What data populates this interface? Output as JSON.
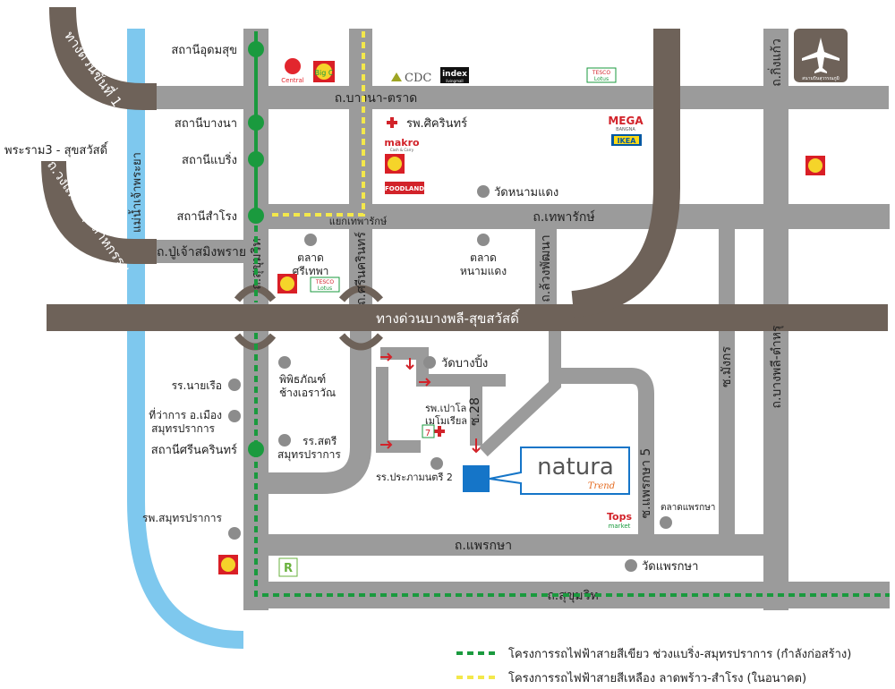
{
  "colors": {
    "road": "#9b9b9b",
    "expressway": "#6e6259",
    "river": "#7ec8ee",
    "green_line": "#1a9a3e",
    "yellow_line": "#f3e84b",
    "poi": "#8c8c8c",
    "marker": "#1575c8",
    "arrow": "#d2232a"
  },
  "stations": {
    "udomsuk": "สถานีอุดมสุข",
    "bangna": "สถานีบางนา",
    "bearing": "สถานีแบริ่ง",
    "samrong": "สถานีสำโรง",
    "srinagarindra": "สถานีศรีนครินทร์"
  },
  "roads": {
    "expressway_top": "ทางด่วนขั้นที่ 1",
    "rama3": "พระราม3 - สุขสวัสดิ์",
    "ring_road": "ถ.วงแหวนอุตสาหกรรม",
    "river": "แม่น้ำเจ้าพระยา",
    "bangna_trat": "ถ.บางนา-ตราด",
    "king_kaeo": "ถ.กิ่งแก้ว",
    "theparak": "ถ.เทพารักษ์",
    "theparak_junction": "แยกเทพารักษ์",
    "pu_chao": "ถ.ปู่เจ้าสมิงพราย",
    "sukhumvit_v": "ถ.สุขุมวิท",
    "srinagarindra_rd": "ถ.ศรีนครินทร์",
    "soi_luang_phat": "ถ.ล้วงพัฒนา",
    "expressway_mid": "ทางด่วนบางพลี-สุขสวัสดิ์",
    "soi_mangkorn": "ซ.มังกร",
    "bangphli_tamru": "ถ.บางพลี-ตำหรุ",
    "soi28": "ซ.28",
    "praeksa5": "ซ.แพรกษา 5",
    "praeksa": "ถ.แพรกษา",
    "sukhumvit_h": "ถ.สุขุมวิท"
  },
  "places": {
    "sikarin": "รพ.ศิครินทร์",
    "wat_nam_daeng": "วัดหนามแดง",
    "talat_sri_thepha": "ตลาด\nศรีเทพา",
    "talat_nam_daeng": "ตลาด\nหนามแดง",
    "museum": "พิพิธภัณฑ์\nช้างเอราวัณ",
    "wat_bang_ping": "วัดบางปิ้ง",
    "hospital_paolo": "รพ.เปาโล\nเมโมเรียล",
    "school_nairuea": "รร.นายเรือ",
    "district_office": "ที่ว่าการ อ.เมือง\nสมุทรปราการ",
    "school_satri": "รร.สตรี\nสมุทรปราการ",
    "school_prapa": "รร.ประภามนตรี 2",
    "samut_hospital": "รพ.สมุทรปราการ",
    "talat_praeksa": "ตลาดแพรกษา",
    "wat_praeksa": "วัดแพรกษา"
  },
  "brands": {
    "central": "Central",
    "big_c": "Big C",
    "cdc": "CDC",
    "index": "index",
    "index_sub": "livingmall",
    "tesco": "TESCO",
    "lotus": "Lotus",
    "mega": "MEGA",
    "mega_sub": "BANGNA",
    "ikea": "IKEA",
    "makro": "makro",
    "makro_sub": "Cash & Carry",
    "foodland": "FOODLAND",
    "tops": "Tops",
    "tops_sub": "market",
    "airport": "สนามบินสุวรรณภูมิ"
  },
  "project": {
    "name": "natura",
    "sub": "Trend"
  },
  "legend": {
    "green": "โครงการรถไฟฟ้าสายสีเขียว ช่วงแบริ่ง-สมุทรปราการ (กำลังก่อสร้าง)",
    "yellow": "โครงการรถไฟฟ้าสายสีเหลือง ลาดพร้าว-สำโรง (ในอนาคต)"
  }
}
